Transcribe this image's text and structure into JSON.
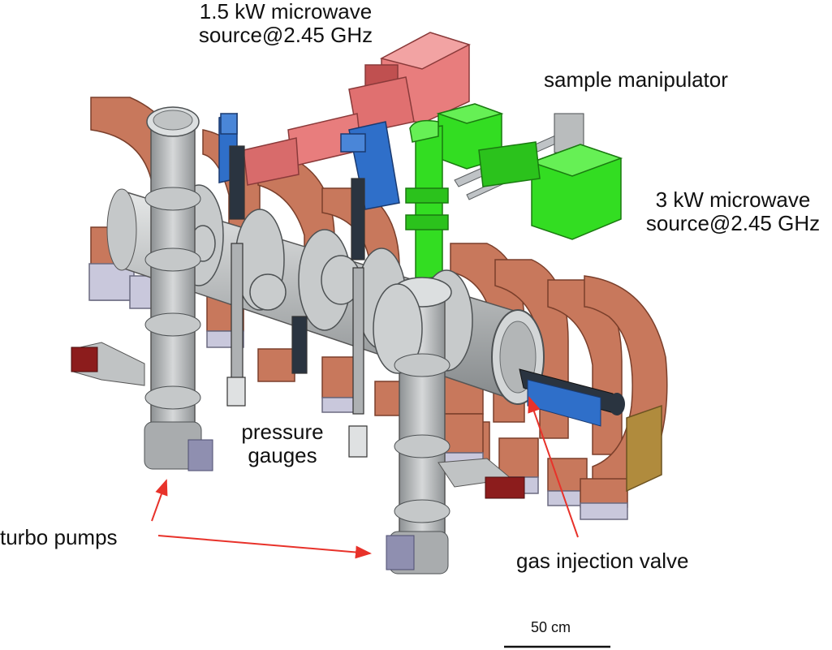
{
  "figure": {
    "labels": {
      "microwave_small": [
        "1.5 kW microwave",
        "source@2.45 GHz"
      ],
      "sample_manipulator": "sample manipulator",
      "microwave_large": [
        "3 kW microwave",
        "source@2.45 GHz"
      ],
      "pressure_gauges": [
        "pressure",
        "gauges"
      ],
      "turbo_pumps": "turbo pumps",
      "gas_injection_valve": "gas injection valve",
      "scale_bar": "50 cm"
    },
    "colors": {
      "magnet_coil": "#c8785c",
      "magnet_base": "#c9c8dc",
      "vacuum_chamber": "#b9bcbd",
      "microwave_small": "#e87d7d",
      "microwave_large": "#33dd22",
      "gauge_support": "#2f6fc9",
      "annotation_arrow": "#e8322a",
      "text": "#111111"
    }
  }
}
